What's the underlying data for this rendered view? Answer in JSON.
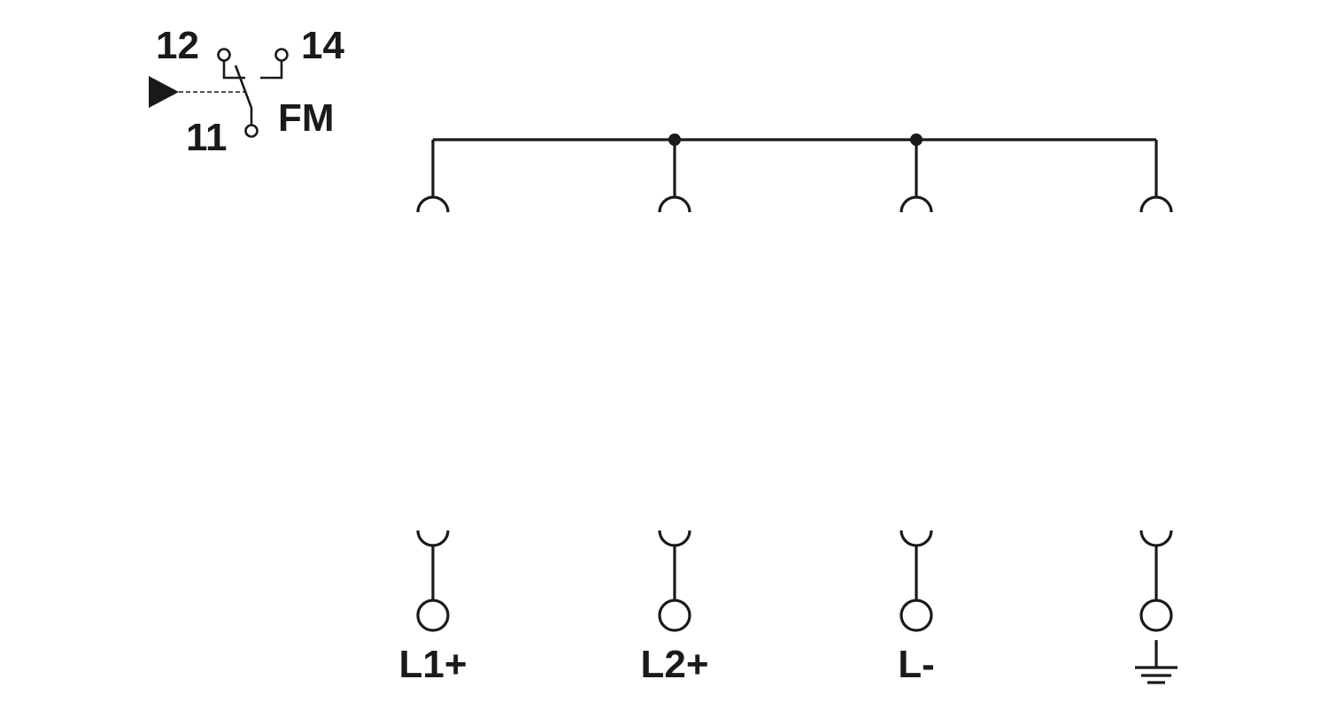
{
  "contact": {
    "terminal_12": "12",
    "terminal_14": "14",
    "terminal_11": "11",
    "name": "FM"
  },
  "terminals": [
    {
      "label": "L1+"
    },
    {
      "label": "L2+"
    },
    {
      "label": "L-"
    },
    {
      "label": "",
      "icon": "ground-icon"
    }
  ],
  "colors": {
    "ink": "#1a1a1a",
    "background": "#ffffff"
  }
}
